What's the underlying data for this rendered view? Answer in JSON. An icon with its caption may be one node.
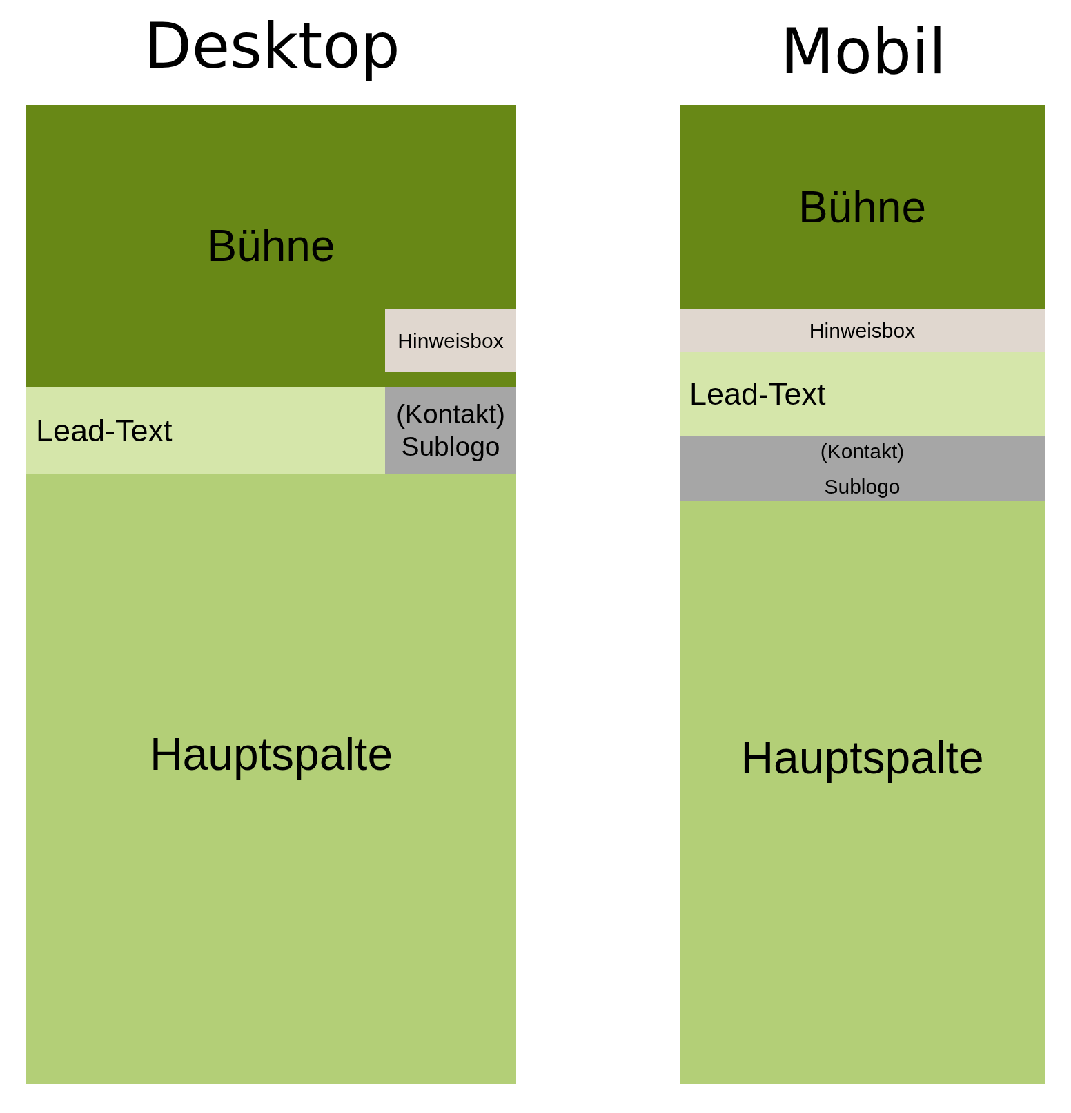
{
  "diagram": {
    "nodes": [
      {
        "text": [
          "Bühne"
        ]
      },
      {
        "text": [
          "Hinweisbox"
        ],
        "in": 0
      },
      {
        "text": [
          "Lead-Text"
        ]
      },
      {
        "text": [
          "(Kontakt) Sublogo"
        ]
      },
      {
        "text": [
          "Hauptspalte"
        ]
      },
      {
        "text": [
          "Bühne"
        ]
      },
      {
        "text": [
          "Hinweisbox"
        ]
      },
      {
        "text": [
          "Lead-Text"
        ]
      },
      {
        "text": [
          "(Kontakt) Sublogo"
        ]
      },
      {
        "text": [
          "Hauptspalte"
        ]
      }
    ],
    "labels": [
      "Desktop",
      "Mobil"
    ]
  }
}
